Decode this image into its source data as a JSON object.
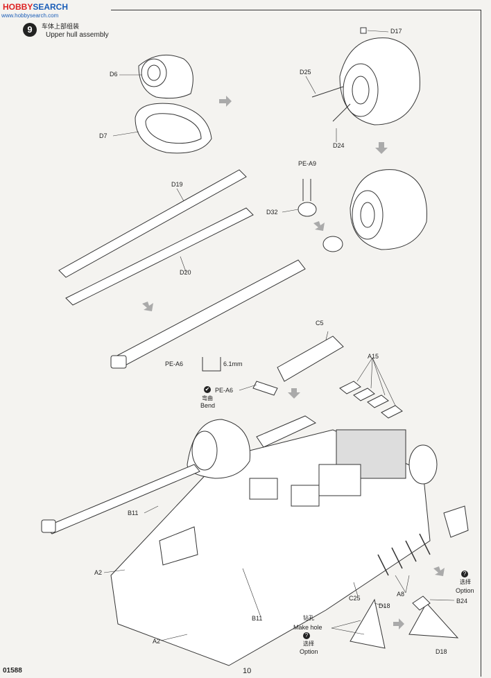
{
  "header": {
    "watermark_brand": "HOBBY",
    "watermark_rest": "SEARCH",
    "watermark_url": "www.hobbysearch.com",
    "step_number": "9",
    "title_cn": "车体上部组装",
    "title_en": "Upper hull assembly"
  },
  "footer": {
    "kit_number": "01588",
    "page_number": "10"
  },
  "part_labels": {
    "d6": "D6",
    "d7": "D7",
    "d17": "D17",
    "d25": "D25",
    "d24": "D24",
    "pe_a9": "PE-A9",
    "d32": "D32",
    "d19": "D19",
    "d20": "D20",
    "c5": "C5",
    "pe_a6_ref": "PE-A6",
    "measure": "6.1mm",
    "pe_a6": "PE-A6",
    "bend_cn": "弯曲",
    "bend_en": "Bend",
    "a15": "A15",
    "b11_top": "B11",
    "b11_bottom": "B11",
    "a2_top": "A2",
    "a2_bottom": "A2",
    "c25": "C25",
    "a8": "A8",
    "d18_top": "D18",
    "d18_bottom": "D18",
    "b24": "B24"
  },
  "annotations": {
    "option_cn_right": "选择",
    "option_en_right": "Option",
    "makehole_cn": "钻孔",
    "makehole_en": "Make hole",
    "option_cn_bottom": "选择",
    "option_en_bottom": "Option",
    "question_mark": "?",
    "check_mark": "✔"
  }
}
